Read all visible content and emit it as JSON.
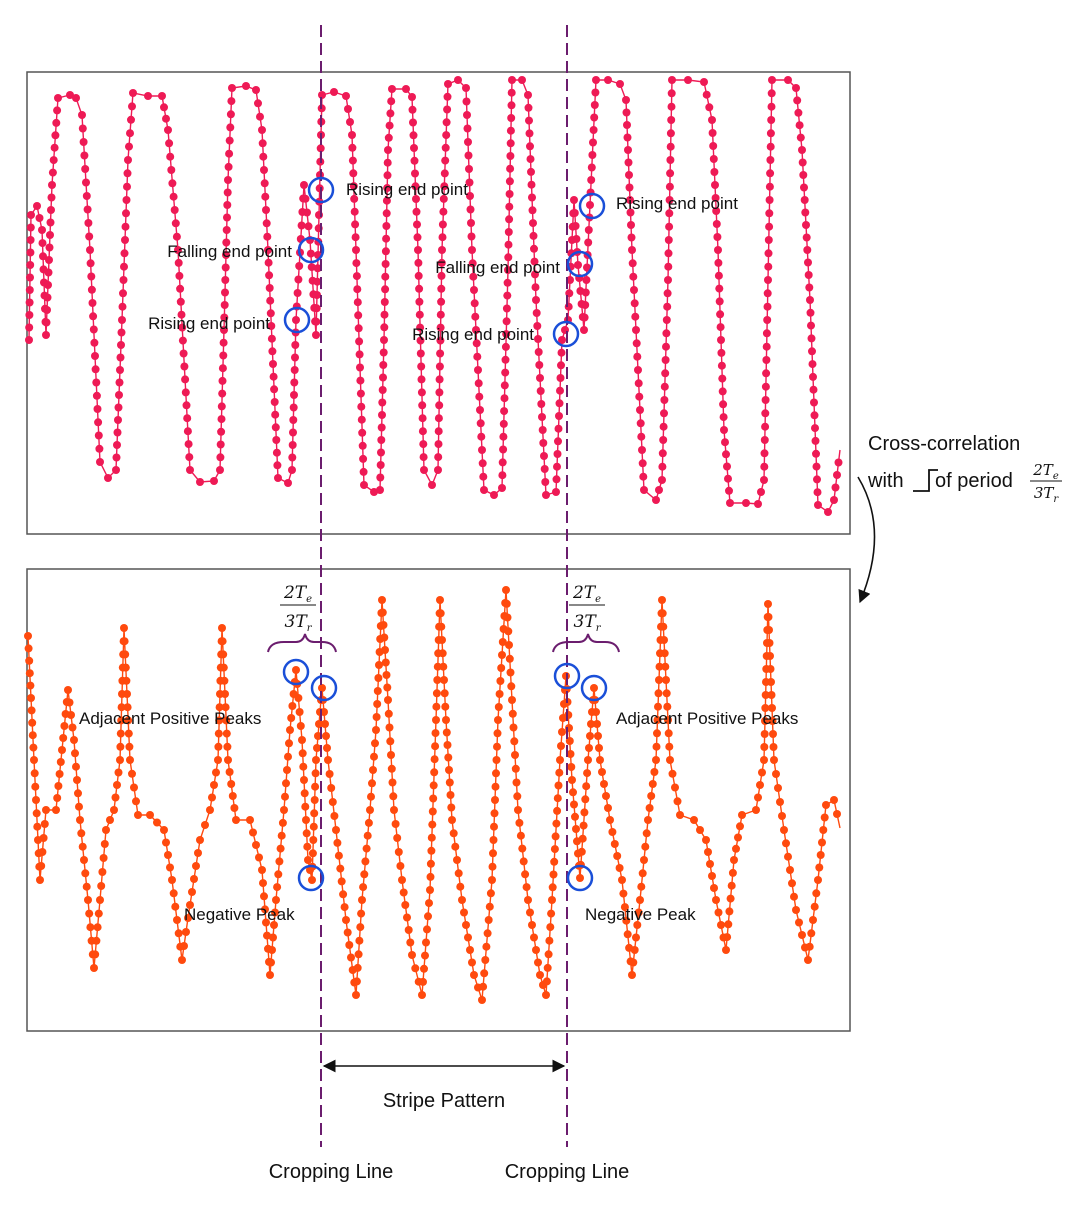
{
  "colors": {
    "top_signal": "#ee1a55",
    "bottom_signal": "#ff4a0e",
    "marker_ring": "#1a4fd8",
    "crop_line": "#6b1d6e",
    "brace": "#6b1d6e",
    "frame": "#555555"
  },
  "top_panel": {
    "labels": {
      "rising_1": "Rising end point",
      "falling_1": "Falling end point",
      "rising_2": "Rising end point",
      "rising_3": "Rising end point",
      "falling_2": "Falling end point",
      "rising_4": "Rising end point"
    }
  },
  "transform": {
    "line1": "Cross-correlation",
    "line2_prefix": "with",
    "line2_mid": "of period",
    "frac_num": "2T",
    "frac_num_sub": "e",
    "frac_den": "3T",
    "frac_den_sub": "r"
  },
  "bottom_panel": {
    "brace_num": "2T",
    "brace_num_sub": "e",
    "brace_den": "3T",
    "brace_den_sub": "r",
    "labels": {
      "adjacent_left": "Adjacent Positive Peaks",
      "adjacent_right": "Adjacent Positive Peaks",
      "negative_left": "Negative Peak",
      "negative_right": "Negative Peak"
    }
  },
  "stripe_pattern": "Stripe Pattern",
  "cropping_left": "Cropping Line",
  "cropping_right": "Cropping Line"
}
